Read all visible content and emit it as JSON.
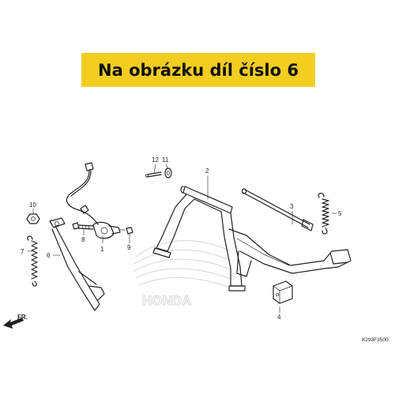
{
  "banner": {
    "text": "Na obrázku díl číslo 6",
    "color": "#f4cd21"
  },
  "callouts": [
    "1",
    "2",
    "3",
    "4",
    "5",
    "6",
    "7",
    "8",
    "9",
    "10",
    "11",
    "12"
  ],
  "direction_label": "FR.",
  "diagram_code": "K293F3500",
  "watermark_text": "HONDA"
}
